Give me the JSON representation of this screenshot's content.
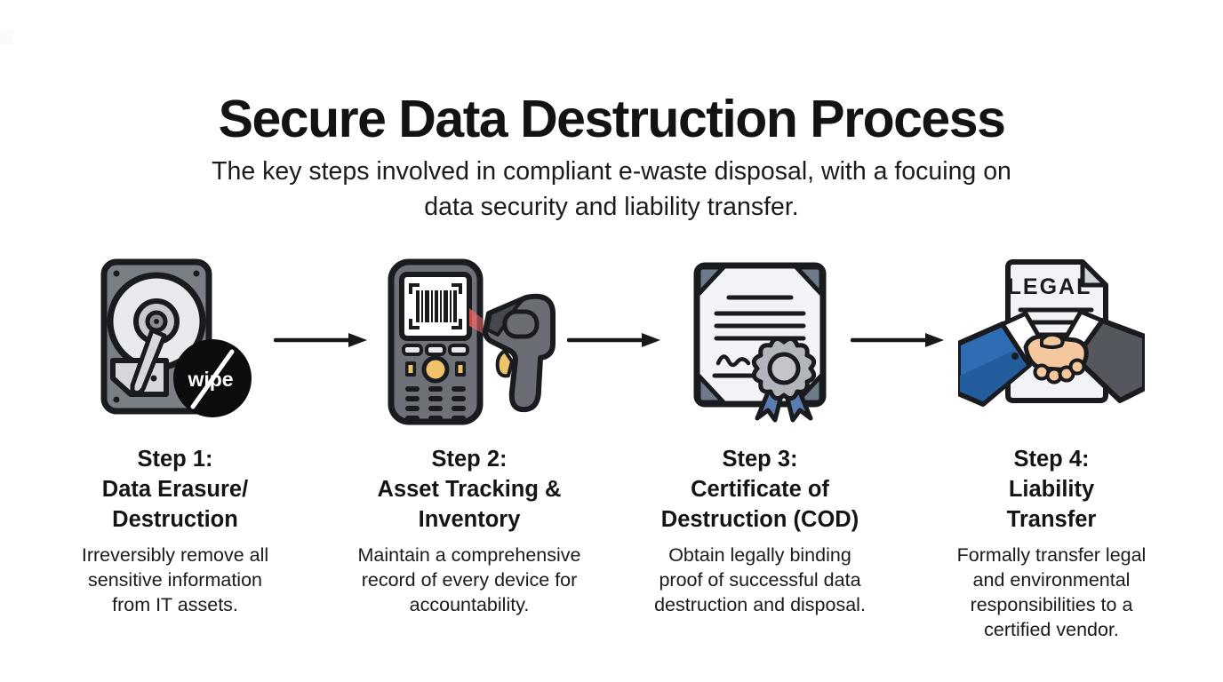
{
  "header": {
    "title": "Secure Data Destruction Process",
    "subtitle": "The key steps involved in compliant e-waste disposal, with a focuing on\ndata security and liability transfer."
  },
  "steps": [
    {
      "heading": "Step 1:\nData Erasure/\nDestruction",
      "description": "Irreversibly remove all\nsensitive information\nfrom IT assets.",
      "icon": "hard-drive-wipe-icon",
      "badge_label": "wipe"
    },
    {
      "heading": "Step 2:\nAsset Tracking &\nInventory",
      "description": "Maintain a comprehensive\nrecord of every device for\naccountability.",
      "icon": "barcode-scanner-icon"
    },
    {
      "heading": "Step 3:\nCertificate of\nDestruction (COD)",
      "description": "Obtain legally binding\nproof of successful data\ndestruction and disposal.",
      "icon": "certificate-seal-icon"
    },
    {
      "heading": "Step 4:\nLiability\nTransfer",
      "description": "Formally transfer legal\nand environmental\nresponsibilities to a\ncertified vendor.",
      "icon": "handshake-legal-document-icon",
      "document_label": "LEGAL"
    }
  ],
  "colors": {
    "background": "#ffffff",
    "text": "#131313",
    "icon_outline": "#1a1b1e",
    "badge_black": "#0c0c0e",
    "metal_gray": "#7a7e85",
    "platter_light": "#e9eaed",
    "paper_white": "#f2f4f7",
    "slate_gray": "#6d7a8a",
    "rosette_gray": "#b2b5bc",
    "ribbon_blue": "#5a7cb0",
    "sleeve_blue": "#2e6cb4",
    "sleeve_gray": "#54575d",
    "cuff_white": "#ffffff",
    "skin_tone": "#f5c79e",
    "beam_red": "#ff5a5a",
    "trigger_yellow": "#ecc36b",
    "signature_blue": "#4a7fb5"
  }
}
